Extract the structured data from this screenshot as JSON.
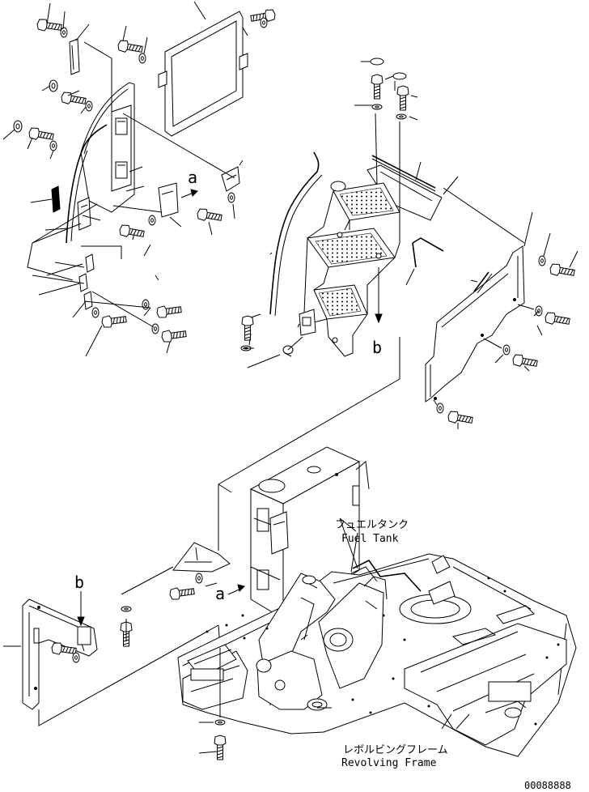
{
  "callouts": {
    "a_label": "a",
    "b_label": "b"
  },
  "labels": {
    "fuel_tank_jp": "フュエルタンク",
    "fuel_tank_en": "Fuel Tank",
    "revolving_frame_jp": "レボルビングフレーム",
    "revolving_frame_en": "Revolving Frame"
  },
  "footer": {
    "drawing_number": "00088888"
  }
}
